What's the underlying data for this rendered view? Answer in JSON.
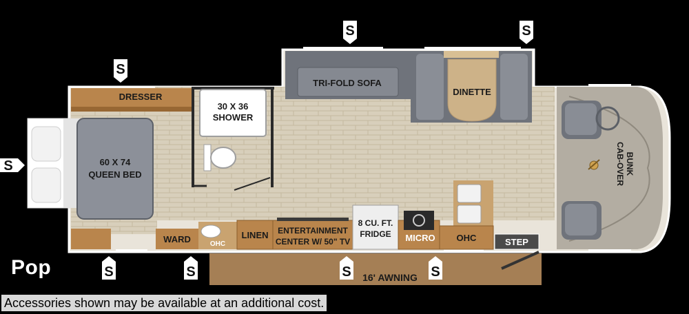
{
  "model": "Pop",
  "disclaimer": "Accessories shown may be available at an additional cost.",
  "slide_marker": "S",
  "labels": {
    "dresser": "DRESSER",
    "shower_line1": "30 X 36",
    "shower_line2": "SHOWER",
    "bed_line1": "60 X 74",
    "bed_line2": "QUEEN BED",
    "sofa": "TRI-FOLD SOFA",
    "dinette": "DINETTE",
    "ward": "WARD",
    "ohc_small": "OHC",
    "linen": "LINEN",
    "entertainment_line1": "ENTERTAINMENT",
    "entertainment_line2": "CENTER W/ 50\" TV",
    "fridge_line1": "8 CU. FT.",
    "fridge_line2": "FRIDGE",
    "micro": "MICRO",
    "ohc": "OHC",
    "step": "STEP",
    "bunk_line1": "CAB-OVER",
    "bunk_line2": "BUNK",
    "awning": "16' AWNING"
  },
  "colors": {
    "floor": "#d6cdb9",
    "tile": "#cfc4ad",
    "cabinet": "#b8844a",
    "cabinet_dark": "#9a6a35",
    "upholstery": "#7b7f87",
    "upholstery_light": "#a7aab0",
    "dinette_table": "#cdb288",
    "cab": "#a9a399",
    "awning": "#a57f55",
    "marker_bg": "#ffffff"
  }
}
